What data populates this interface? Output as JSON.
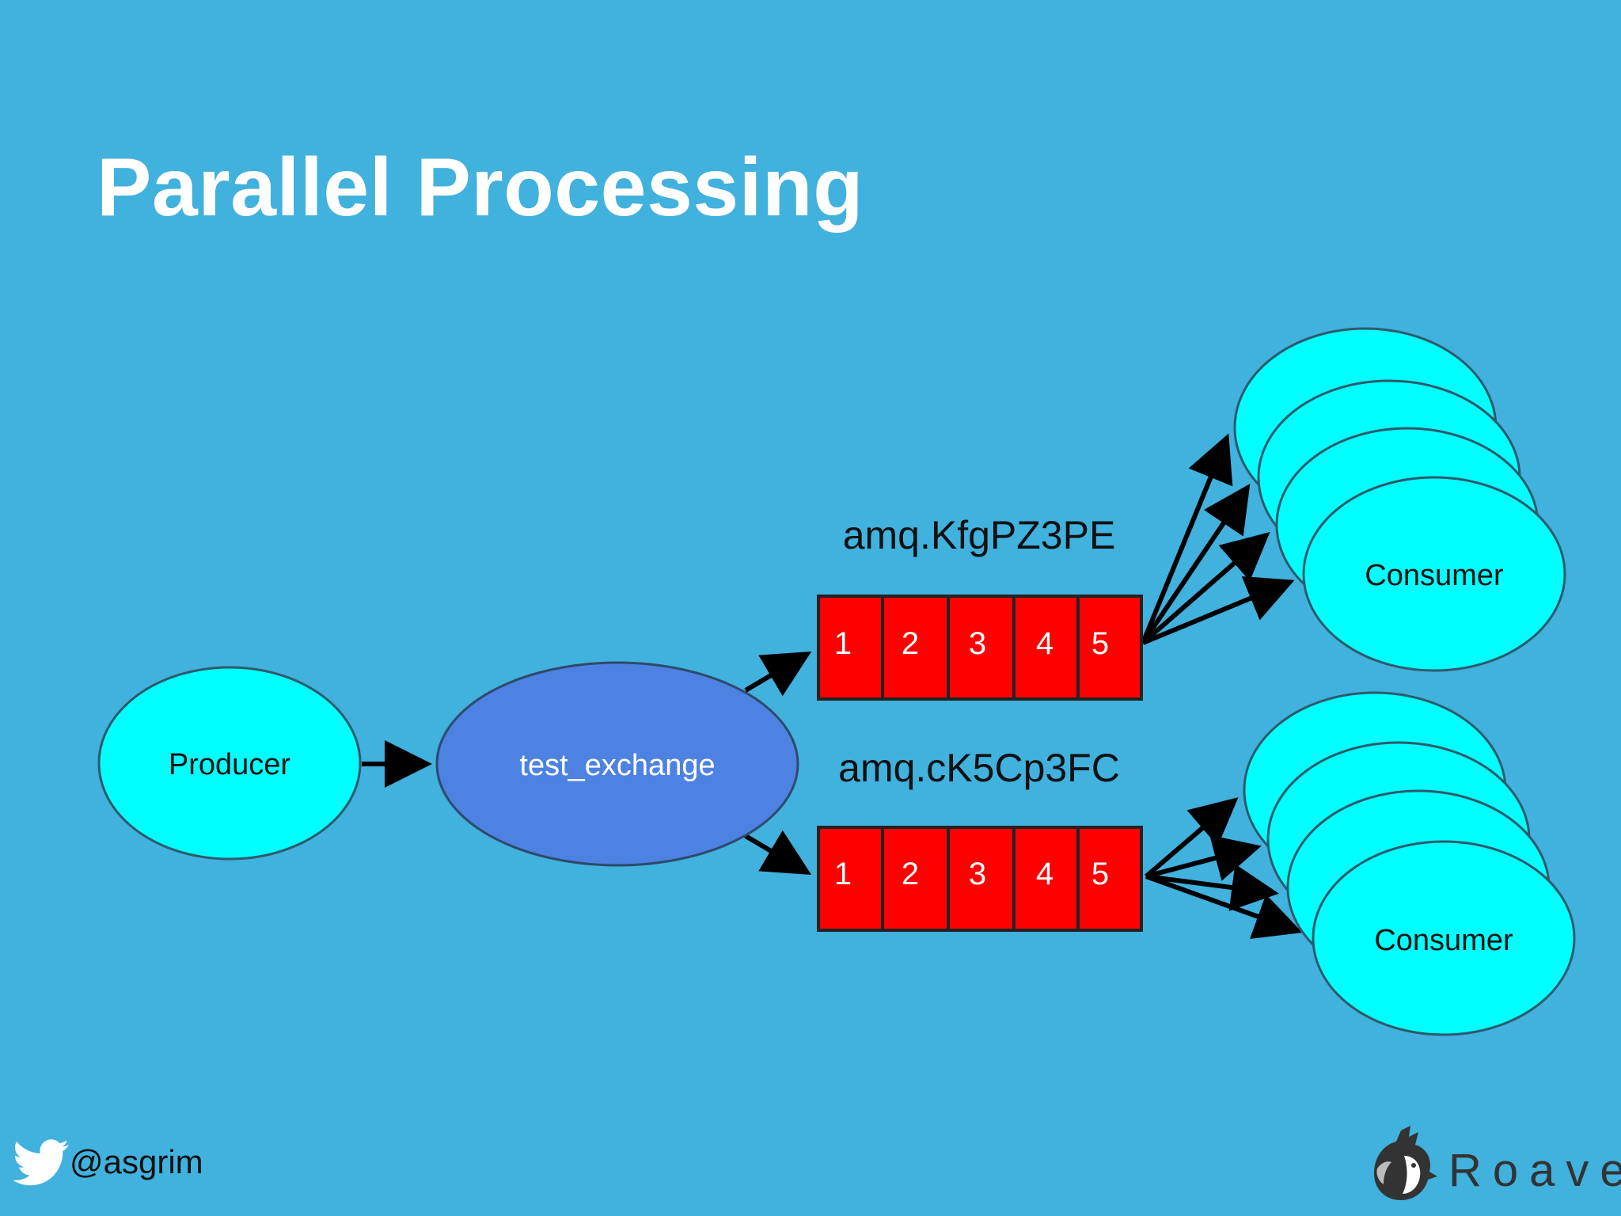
{
  "title": "Parallel Processing",
  "nodes": {
    "producer": "Producer",
    "exchange": "test_exchange",
    "consumer_top": "Consumer",
    "consumer_bottom": "Consumer"
  },
  "queues": [
    {
      "name": "amq.KfgPZ3PE",
      "messages": [
        "1",
        "2",
        "3",
        "4",
        "5"
      ]
    },
    {
      "name": "amq.cK5Cp3FC",
      "messages": [
        "1",
        "2",
        "3",
        "4",
        "5"
      ]
    }
  ],
  "footer": {
    "twitter_handle": "@asgrim",
    "brand": "Roave"
  },
  "colors": {
    "background": "#41b1de",
    "producer_consumer_fill": "#00ffff",
    "exchange_fill": "#4d82e3",
    "queue_fill": "#ff0000",
    "edge": "#000000"
  },
  "icons": [
    "twitter-bird-icon",
    "roave-dog-logo"
  ]
}
